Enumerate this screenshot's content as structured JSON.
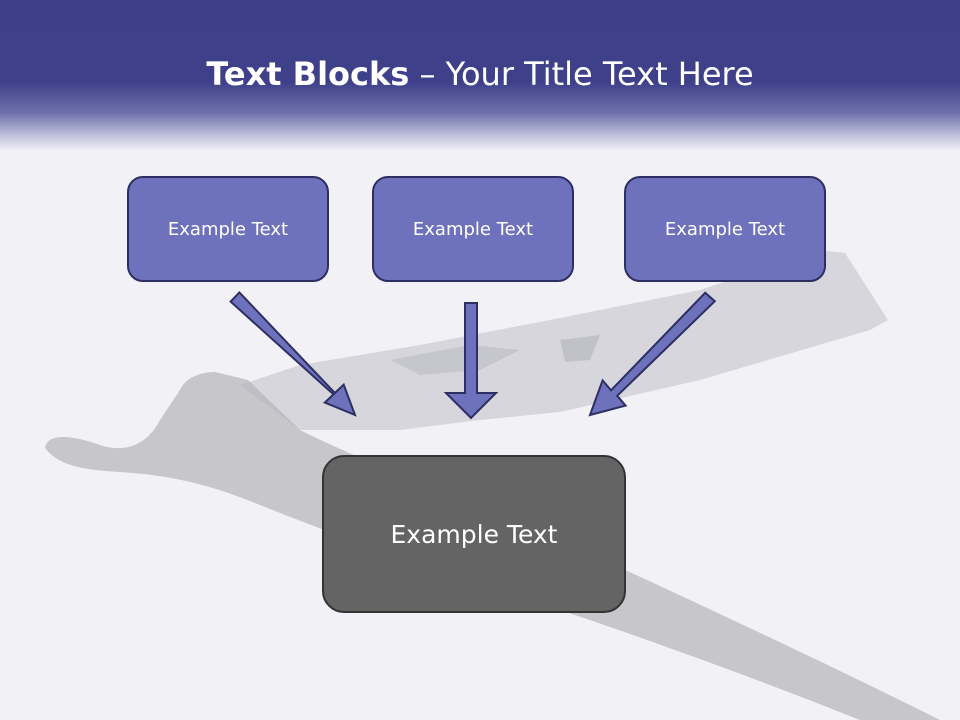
{
  "header": {
    "title_bold": "Text Blocks",
    "title_rest": " – Your Title Text Here"
  },
  "blocks": [
    {
      "label": "Example Text"
    },
    {
      "label": "Example Text"
    },
    {
      "label": "Example Text"
    }
  ],
  "target": {
    "label": "Example Text"
  },
  "colors": {
    "header": "#3d4088",
    "small_box": "#6e71bb",
    "big_box": "#646464",
    "arrow": "#6e71bb"
  }
}
